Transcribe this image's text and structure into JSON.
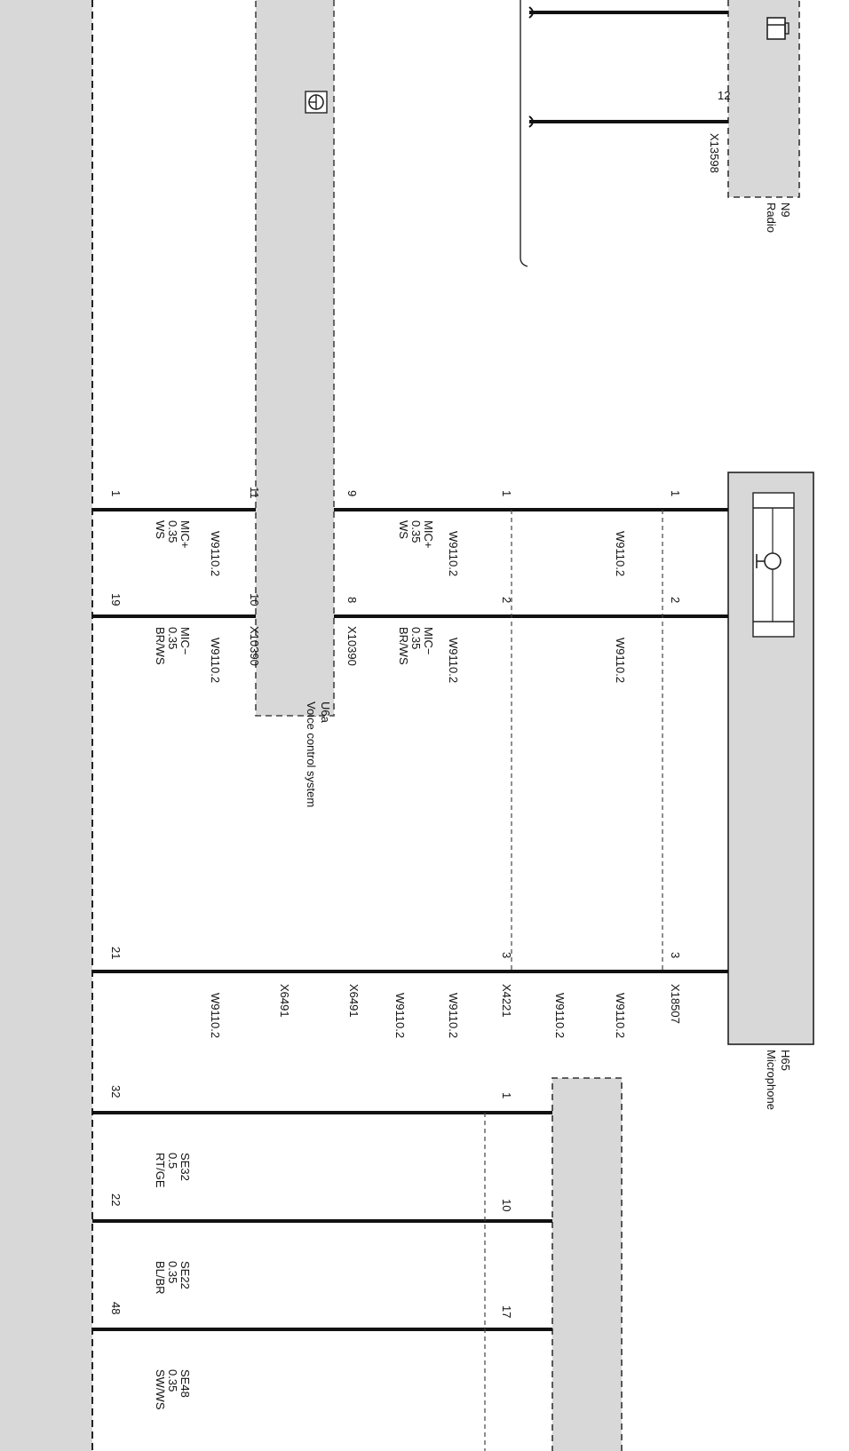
{
  "components": {
    "radio": {
      "id": "N9",
      "name": "Radio",
      "connector": "X13598",
      "pin": "12"
    },
    "voice_control": {
      "id": "U6a",
      "name": "Voice control system",
      "connector": "X10390",
      "pins": [
        "9",
        "8",
        "11",
        "10"
      ]
    },
    "microphone": {
      "id": "H65",
      "name": "Microphone",
      "connector": "X18507",
      "pins": [
        "1",
        "2",
        "3"
      ]
    }
  },
  "wires": {
    "harness": "W9110.2",
    "mic_plus": {
      "signal": "MIC+",
      "size": "0.35",
      "color": "WS"
    },
    "mic_minus": {
      "signal": "MIC−",
      "size": "0.35",
      "color": "BR/WS"
    },
    "se32": {
      "signal": "SE32",
      "size": "0.5",
      "color": "RT/GE"
    },
    "se22": {
      "signal": "SE22",
      "size": "0.35",
      "color": "BL/BR"
    },
    "se48": {
      "signal": "SE48",
      "size": "0.35",
      "color": "SW/WS"
    }
  },
  "connectors": {
    "x6491": "X6491",
    "x4221": "X4221",
    "x18507": "X18507"
  },
  "left_module_pins": [
    "1",
    "19",
    "21",
    "32",
    "22",
    "48"
  ],
  "splice_pins": [
    "1",
    "2",
    "3"
  ],
  "lower_module_pins": [
    "1",
    "10",
    "17"
  ],
  "icons": {
    "radio": "car-seat-icon",
    "voice": "steering-wheel-icon",
    "microphone": "microphone-icon"
  }
}
